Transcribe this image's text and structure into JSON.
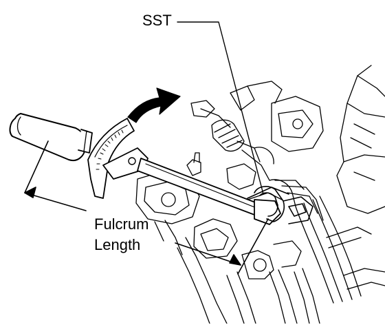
{
  "labels": {
    "sst": "SST",
    "fulcrum": "Fulcrum",
    "length": "Length"
  },
  "colors": {
    "line": "#000000",
    "background": "#ffffff"
  },
  "icons": {
    "rotation_arrow": "curved-arrow-icon"
  }
}
